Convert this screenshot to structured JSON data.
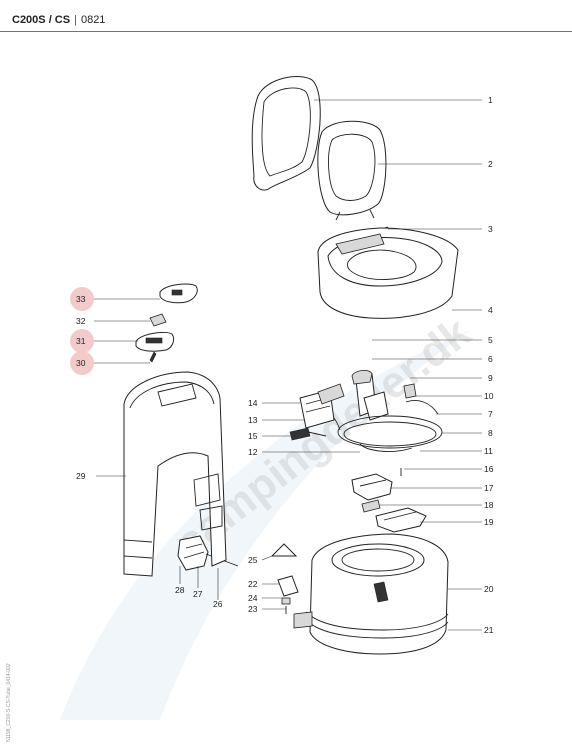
{
  "header": {
    "model": "C200S / CS",
    "code": "0821"
  },
  "watermark": "campingdeller.dk",
  "side_code": "51198_C200-S-CS-Tube_0414-002",
  "callouts": [
    {
      "num": "1",
      "highlighted": false
    },
    {
      "num": "2",
      "highlighted": false
    },
    {
      "num": "3",
      "highlighted": false
    },
    {
      "num": "4",
      "highlighted": false
    },
    {
      "num": "5",
      "highlighted": false
    },
    {
      "num": "6",
      "highlighted": false
    },
    {
      "num": "7",
      "highlighted": false
    },
    {
      "num": "8",
      "highlighted": false
    },
    {
      "num": "9",
      "highlighted": false
    },
    {
      "num": "10",
      "highlighted": false
    },
    {
      "num": "11",
      "highlighted": false
    },
    {
      "num": "12",
      "highlighted": false
    },
    {
      "num": "13",
      "highlighted": false
    },
    {
      "num": "14",
      "highlighted": false
    },
    {
      "num": "15",
      "highlighted": false
    },
    {
      "num": "16",
      "highlighted": false
    },
    {
      "num": "17",
      "highlighted": false
    },
    {
      "num": "18",
      "highlighted": false
    },
    {
      "num": "19",
      "highlighted": false
    },
    {
      "num": "20",
      "highlighted": false
    },
    {
      "num": "21",
      "highlighted": false
    },
    {
      "num": "22",
      "highlighted": false
    },
    {
      "num": "23",
      "highlighted": false
    },
    {
      "num": "24",
      "highlighted": false
    },
    {
      "num": "25",
      "highlighted": false
    },
    {
      "num": "26",
      "highlighted": false
    },
    {
      "num": "27",
      "highlighted": false
    },
    {
      "num": "28",
      "highlighted": false
    },
    {
      "num": "29",
      "highlighted": false
    },
    {
      "num": "30",
      "highlighted": true
    },
    {
      "num": "31",
      "highlighted": true
    },
    {
      "num": "32",
      "highlighted": false
    },
    {
      "num": "33",
      "highlighted": true
    }
  ],
  "colors": {
    "header_rule": "#2a8fa5",
    "highlight": "#f3caca",
    "line": "#333333",
    "watermark": "#c9c9c9"
  }
}
